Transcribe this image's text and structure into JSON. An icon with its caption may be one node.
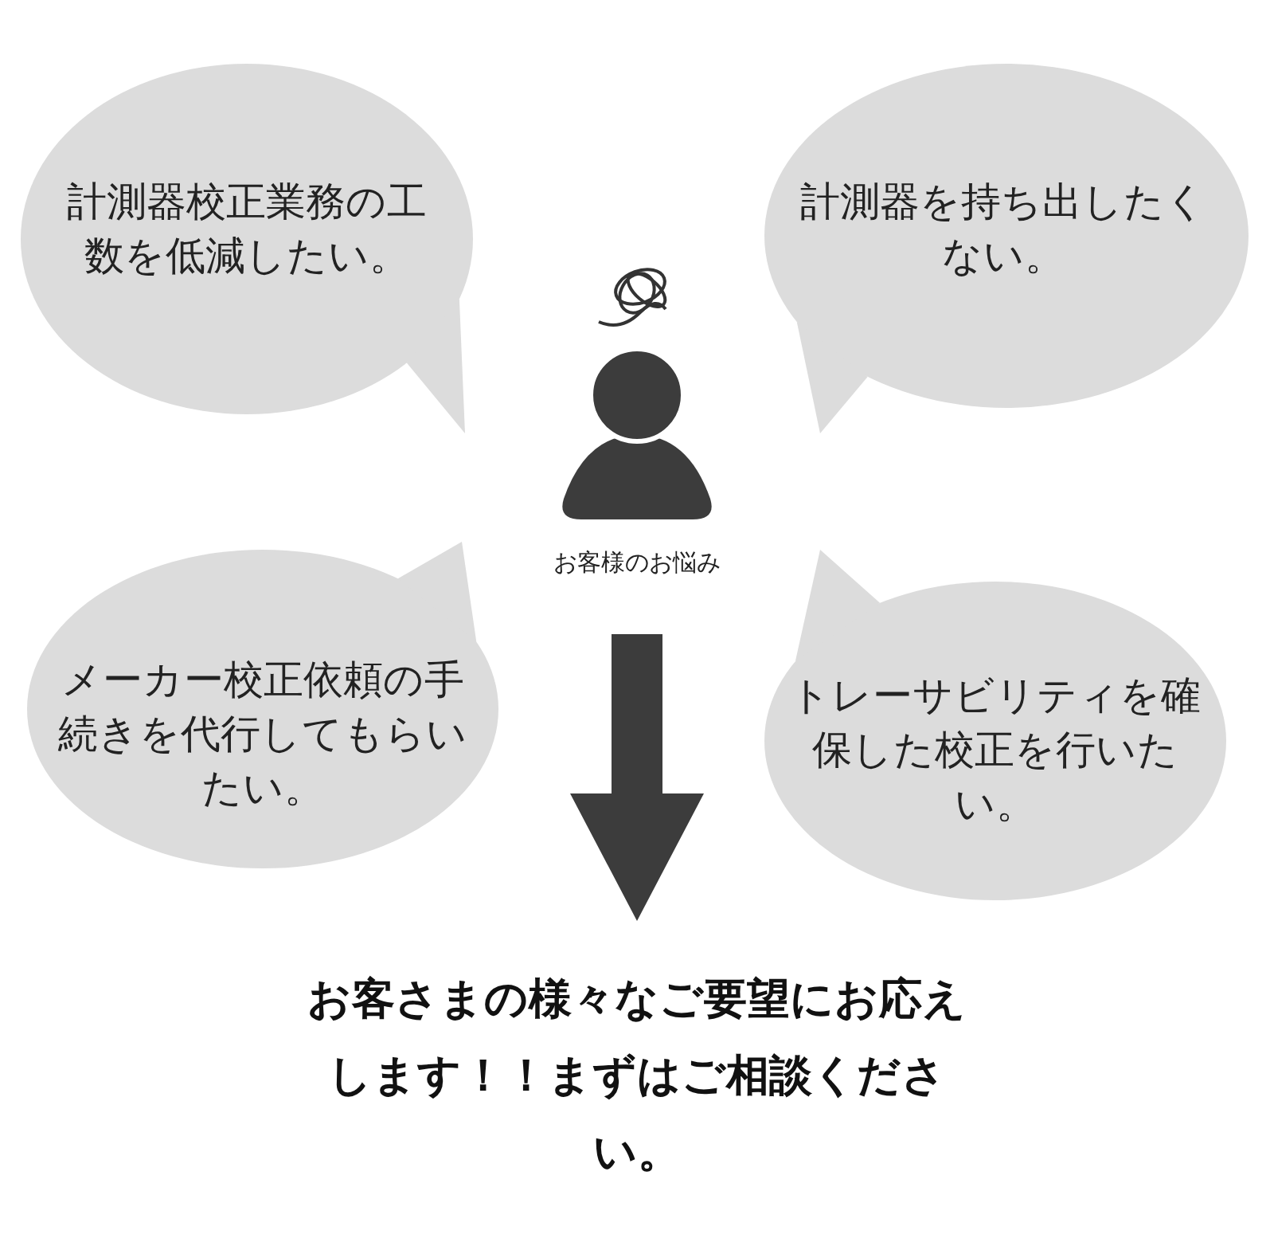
{
  "diagram": {
    "nodes": [
      {
        "text": [
          "計測器校正業務の工数を低減したい。"
        ]
      },
      {
        "text": [
          "計測器を持ち出したくない。"
        ]
      },
      {
        "text": [
          "メーカー校正依頼の手続きを代行してもらいたい。"
        ]
      },
      {
        "text": [
          "トレーサビリティを確保した校正を行いたい。"
        ]
      },
      {
        "text": [],
        "shape": "person",
        "beside": [
          "お客様のお悩み"
        ]
      },
      {
        "text": [
          "お客さまの様々なご要望にお応えします！！まずはご相談ください。"
        ]
      }
    ],
    "edges": [
      {
        "from": 4,
        "to": 5,
        "arrow": "to",
        "style": "thick"
      }
    ]
  }
}
